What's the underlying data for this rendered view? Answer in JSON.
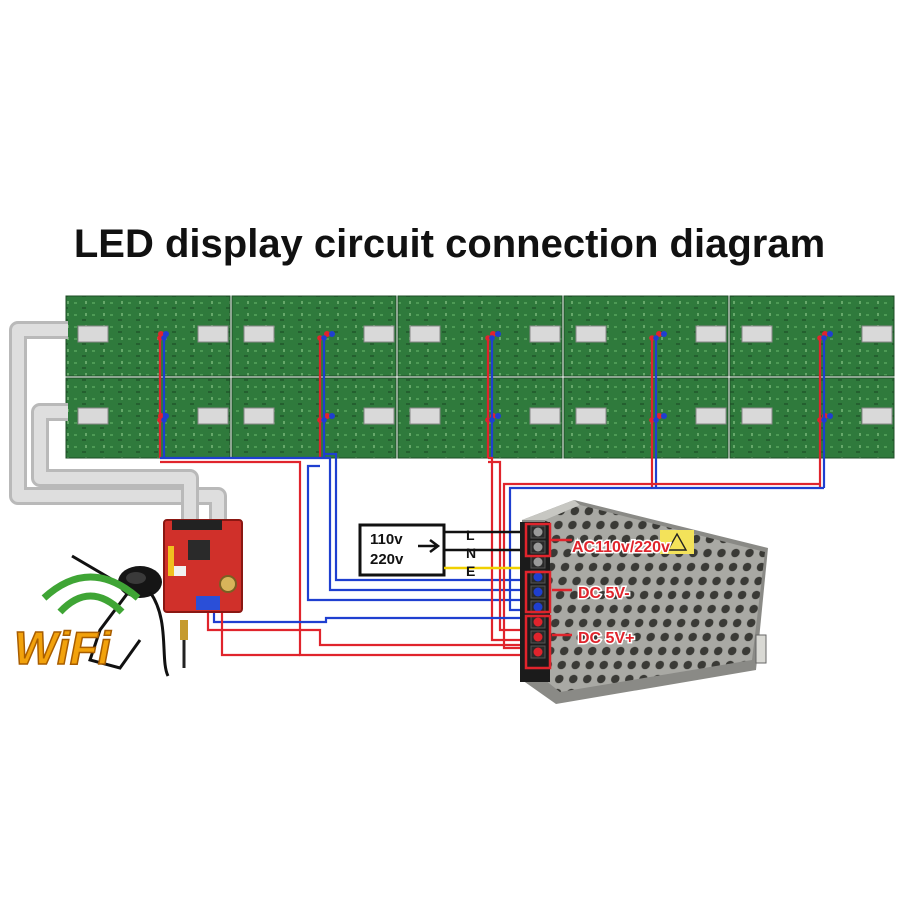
{
  "title": "LED display circuit connection diagram",
  "mains_box": {
    "line1": "110v",
    "line2": "220v"
  },
  "mains_terminals": [
    "L",
    "N",
    "E"
  ],
  "psu_labels": {
    "ac": "AC110v/220v",
    "dc_minus": "DC 5V-",
    "dc_plus": "DC 5V+"
  },
  "wifi_logo": "WiFi",
  "grid": {
    "rows": 2,
    "cols": 5
  },
  "colors": {
    "panel_green": "#2f7a3c",
    "wire_red": "#e0242c",
    "wire_blue": "#1f3fd0",
    "wire_yellow": "#f0d000",
    "wire_black": "#111111",
    "label_red": "#e0242c",
    "controller_red": "#d0302a",
    "ribbon_gray": "#c8c8c8"
  }
}
